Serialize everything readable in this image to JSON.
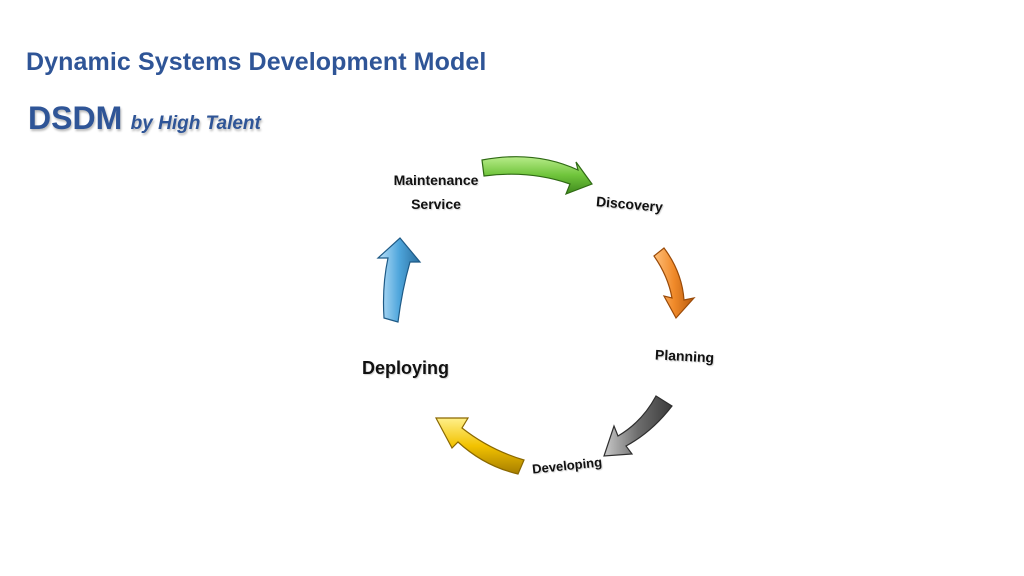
{
  "title": "Dynamic Systems Development Model",
  "subtitle": {
    "main": "DSDM",
    "by": "by High Talent"
  },
  "cycle": {
    "stages": [
      {
        "id": "maintenance",
        "line1": "Maintenance",
        "line2": "Service"
      },
      {
        "id": "discovery",
        "label": "Discovery"
      },
      {
        "id": "planning",
        "label": "Planning"
      },
      {
        "id": "developing",
        "label": "Developing"
      },
      {
        "id": "deploying",
        "label": "Deploying"
      }
    ],
    "arrows": [
      {
        "name": "arrow-green",
        "color": "#6fc43b"
      },
      {
        "name": "arrow-orange",
        "color": "#f08a2a"
      },
      {
        "name": "arrow-gray",
        "color": "#6d6d6d"
      },
      {
        "name": "arrow-yellow",
        "color": "#f2c200"
      },
      {
        "name": "arrow-blue",
        "color": "#4fa6dc"
      }
    ]
  }
}
